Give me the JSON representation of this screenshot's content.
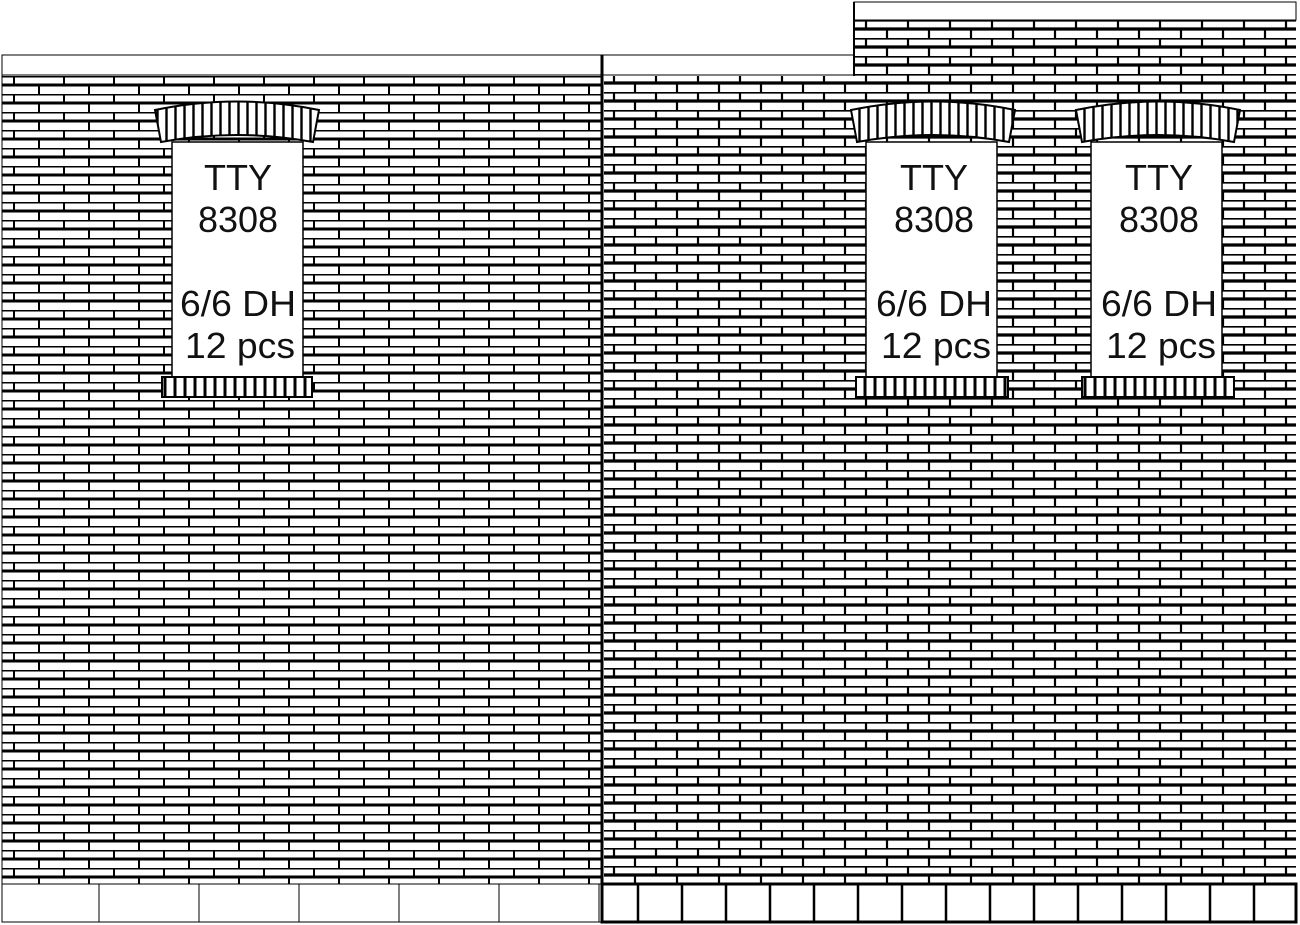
{
  "colors": {
    "brick_line": "#000000",
    "background": "#ffffff",
    "window_fill": "#ffffff"
  },
  "windows": [
    {
      "label_line1": "TTY",
      "label_line2": "8308",
      "label_line3": "6/6 DH",
      "label_line4": "12 pcs"
    },
    {
      "label_line1": "TTY",
      "label_line2": "8308",
      "label_line3": "6/6 DH",
      "label_line4": "12 pcs"
    },
    {
      "label_line1": "TTY",
      "label_line2": "8308",
      "label_line3": "6/6 DH",
      "label_line4": "12 pcs"
    }
  ]
}
